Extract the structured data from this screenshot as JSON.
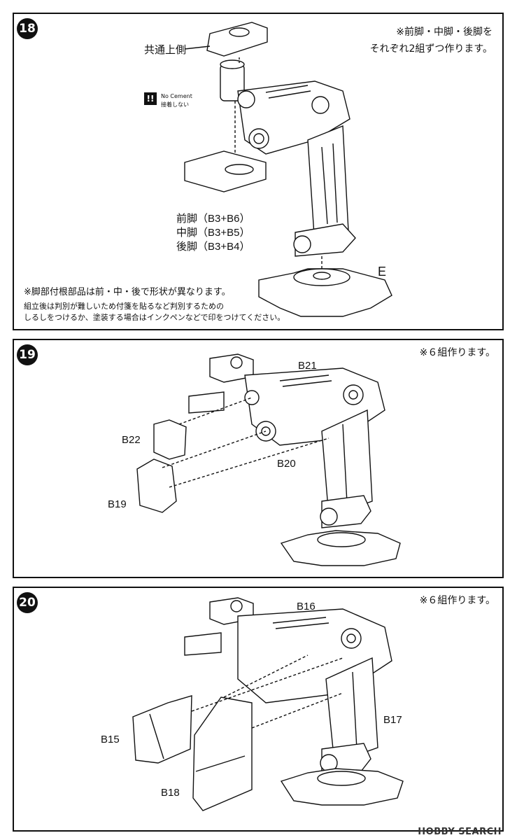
{
  "steps": [
    {
      "number": "18",
      "note_lines": [
        "※前脚・中脚・後脚を",
        "それぞれ2組ずつ作ります。"
      ],
      "labels": {
        "top_part": "共通上側",
        "no_cement": "No Cement",
        "no_cement_jp": "接着しない",
        "warn_symbol": "!!",
        "leg_front": "前脚（B3+B6）",
        "leg_middle": "中脚（B3+B5）",
        "leg_rear": "後脚（B3+B4）",
        "part_e": "E"
      },
      "footnote_lines": [
        "※脚部付根部品は前・中・後で形状が異なります。",
        "組立後は判別が難しいため付箋を貼るなど判別するための",
        "しるしをつけるか、塗装する場合はインクペンなどで印をつけてください。"
      ]
    },
    {
      "number": "19",
      "note": "※６組作ります。",
      "parts": [
        "B21",
        "B22",
        "B20",
        "B19"
      ]
    },
    {
      "number": "20",
      "note": "※６組作ります。",
      "parts": [
        "B16",
        "B17",
        "B15",
        "B18"
      ]
    }
  ],
  "watermark": "HOBBY SEARCH",
  "colors": {
    "ink": "#111111",
    "paper": "#ffffff"
  }
}
